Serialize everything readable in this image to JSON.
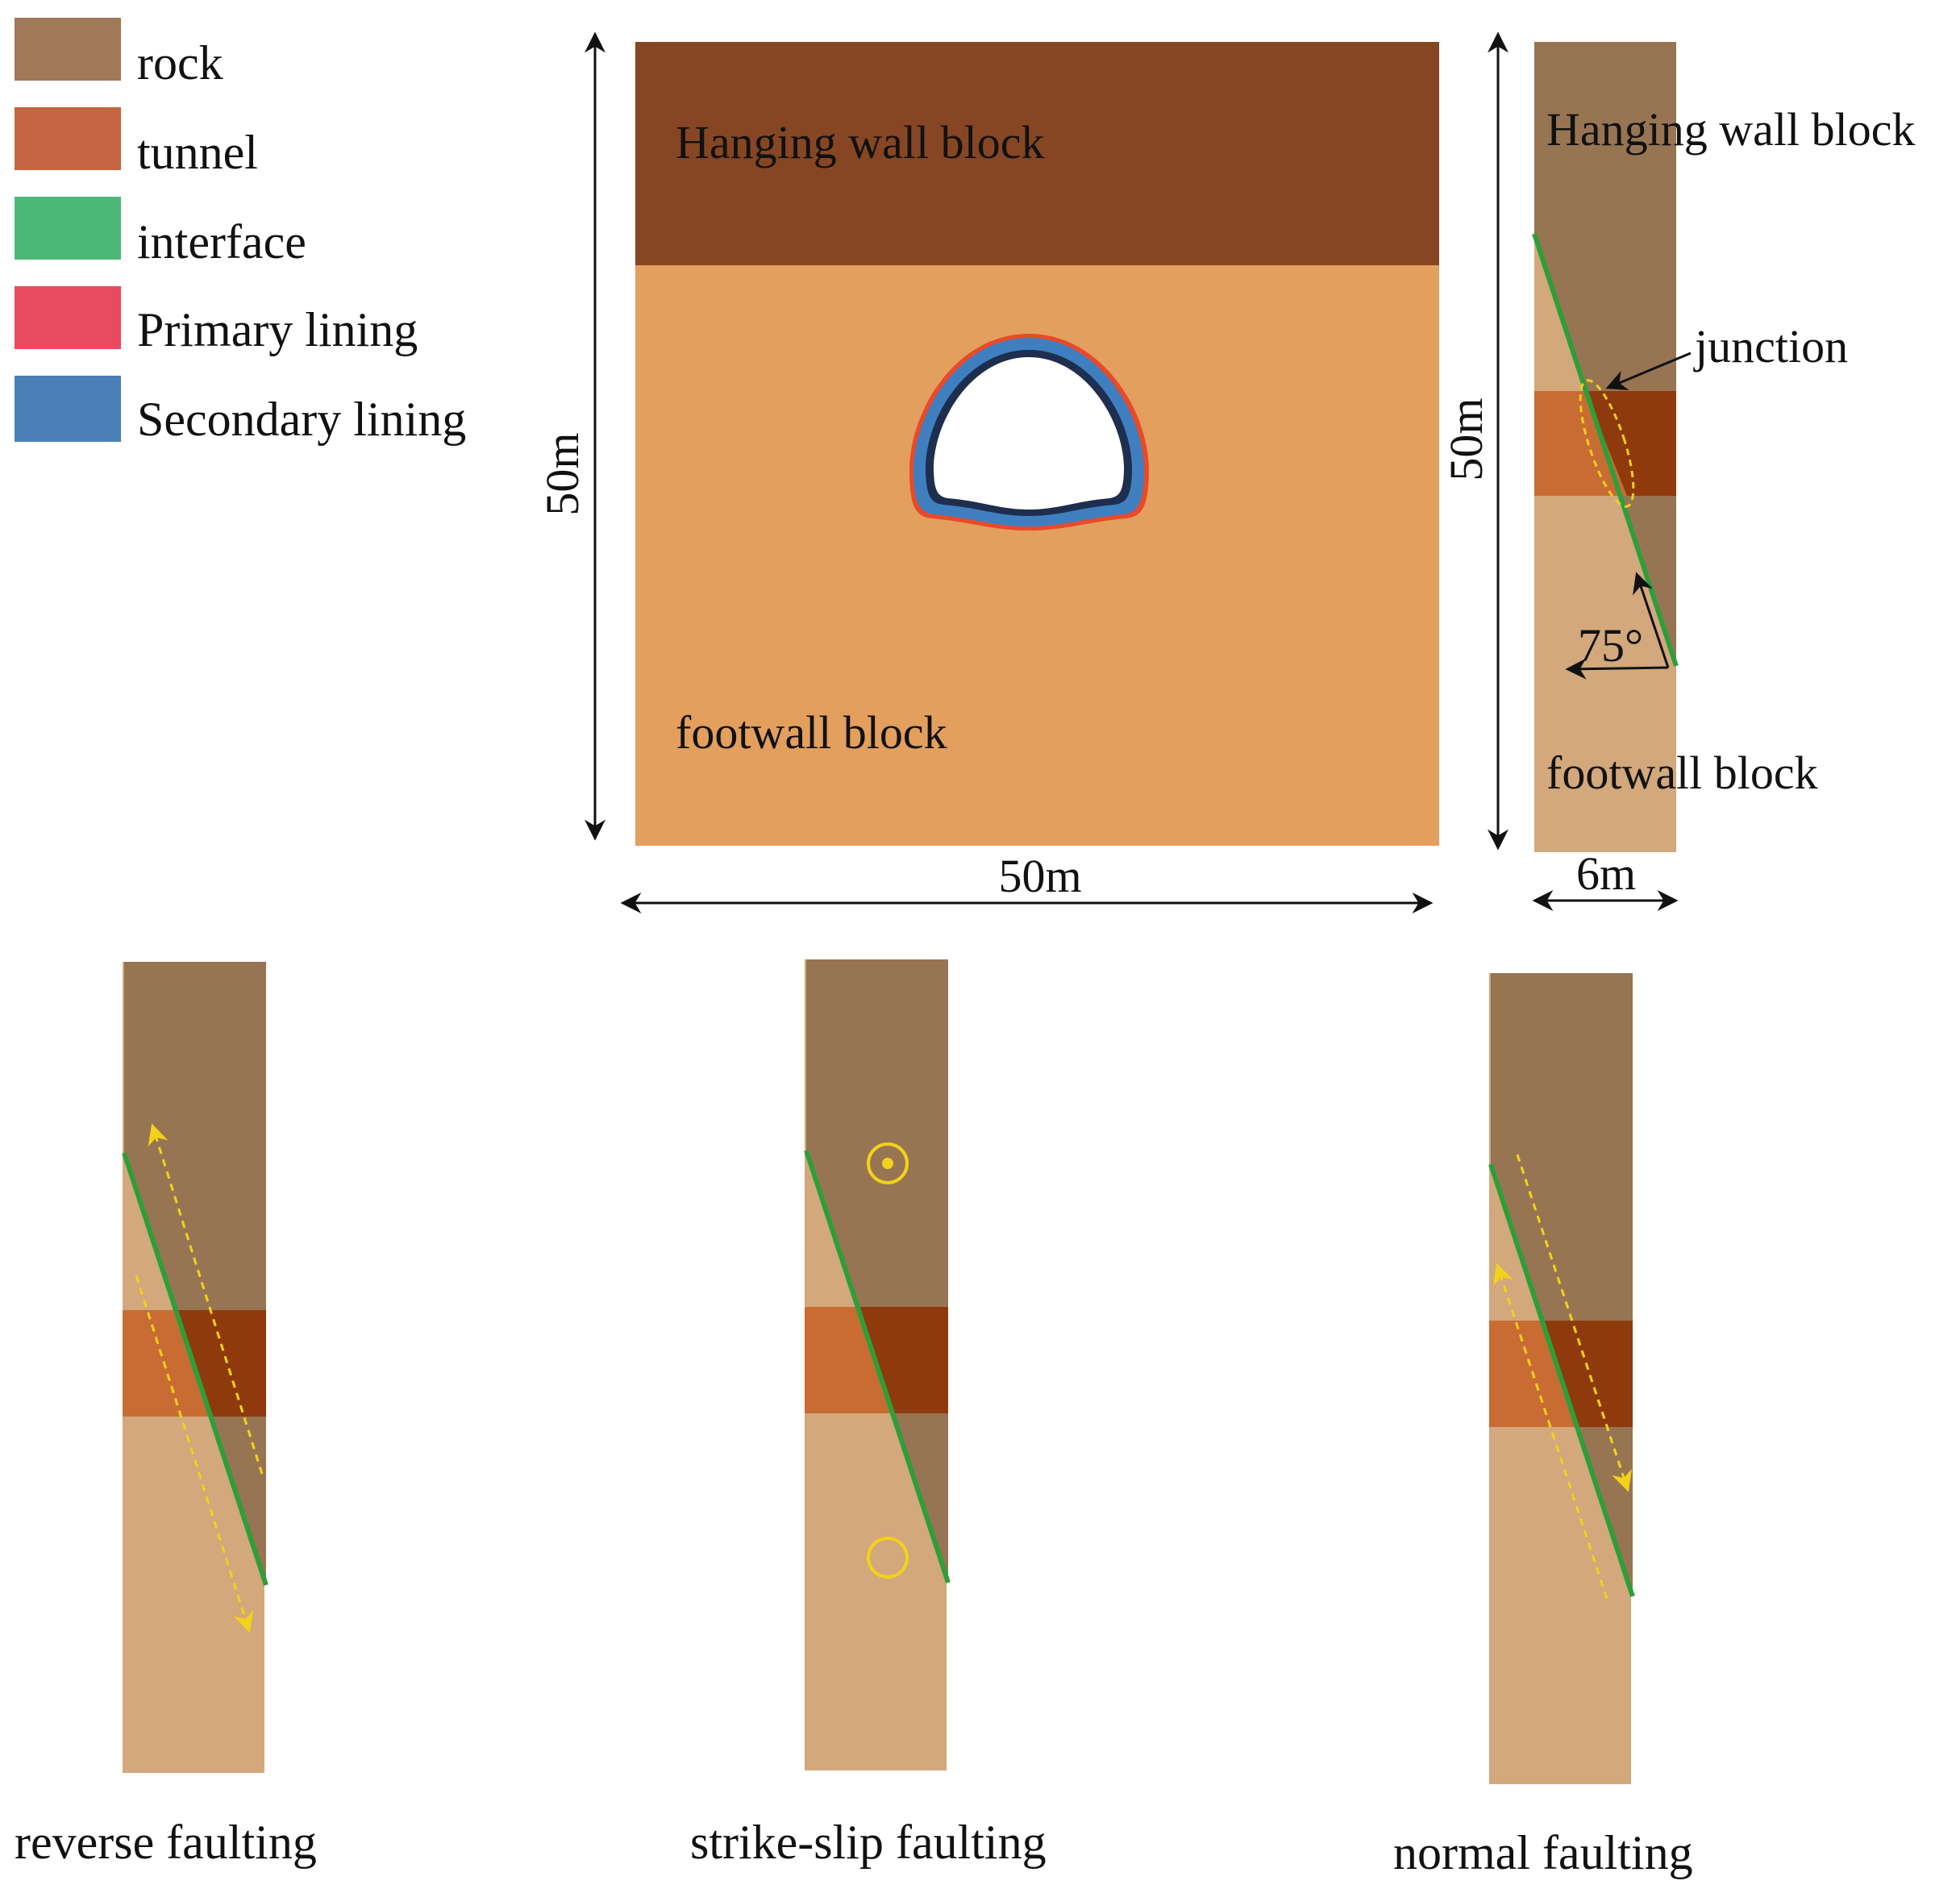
{
  "legend": {
    "items": [
      {
        "label": "rock",
        "color": "#A0785A"
      },
      {
        "label": "tunnel",
        "color": "#C36641"
      },
      {
        "label": "interface",
        "color": "#4CB877"
      },
      {
        "label": "Primary lining",
        "color": "#E84A5F"
      },
      {
        "label": "Secondary lining",
        "color": "#4A80B8"
      }
    ]
  },
  "cross_section": {
    "hanging_wall_label": "Hanging wall block",
    "footwall_label": "footwall block",
    "height_label": "50m",
    "width_label": "50m",
    "hanging_wall_color": "#874623",
    "footwall_color": "#E29F5E"
  },
  "side_section": {
    "hanging_wall_label": "Hanging wall block",
    "footwall_label": "footwall block",
    "junction_label": "junction",
    "angle_label": "75°",
    "height_label": "50m",
    "width_label": "6m",
    "hanging_wall_color": "#977553",
    "footwall_color": "#D2A87C",
    "tunnel_hanging_color": "#8E3A0D",
    "tunnel_foot_color": "#C96C33",
    "fault_color": "#2E9E3A",
    "junction_color": "#F0D020"
  },
  "fault_types": [
    {
      "caption": "reverse faulting",
      "slip_symbol": "dashed-arrows-reverse"
    },
    {
      "caption": "strike-slip faulting",
      "slip_symbol": "out-of-plane-circles"
    },
    {
      "caption": "normal faulting",
      "slip_symbol": "dashed-arrows-normal"
    }
  ],
  "slip_color": "#F2D21A"
}
